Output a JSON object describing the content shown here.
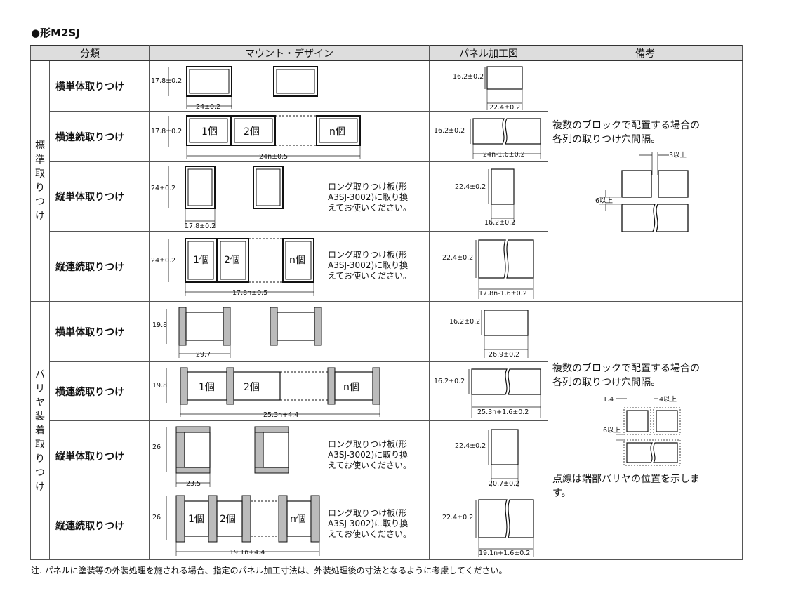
{
  "title": "●形M2SJ",
  "headers": [
    "分類",
    "マウント・デザイン",
    "パネル加工図",
    "備考"
  ],
  "groups": [
    {
      "label": "標準取りつけ"
    },
    {
      "label": "バリヤ装着取りつけ"
    }
  ],
  "rows": [
    {
      "cls": "横単体取りつけ",
      "dims": [
        "17.8±0.2",
        "24±0.2"
      ],
      "panel": [
        "16.2±0.2",
        "22.4±0.2"
      ]
    },
    {
      "cls": "横連続取りつけ",
      "dims": [
        "17.8±0.2",
        "24n±0.5"
      ],
      "blocks": [
        "1個",
        "2個",
        "n個"
      ],
      "panel": [
        "16.2±0.2",
        "24n-1.6±0.2"
      ]
    },
    {
      "cls": "縦単体取りつけ",
      "dims": [
        "24±0.2",
        "17.8±0.2"
      ],
      "panel": [
        "22.4±0.2",
        "16.2±0.2"
      ]
    },
    {
      "cls": "縦連続取りつけ",
      "dims": [
        "24±0.2",
        "17.8n±0.5"
      ],
      "blocks": [
        "1個",
        "2個",
        "n個"
      ],
      "panel": [
        "22.4±0.2",
        "17.8n-1.6±0.2"
      ]
    },
    {
      "cls": "横単体取りつけ",
      "dims": [
        "19.8",
        "29.7"
      ],
      "panel": [
        "16.2±0.2",
        "26.9±0.2"
      ]
    },
    {
      "cls": "横連続取りつけ",
      "dims": [
        "19.8",
        "25.3n+4.4"
      ],
      "blocks": [
        "1個",
        "2個",
        "n個"
      ],
      "panel": [
        "16.2±0.2",
        "25.3n+1.6±0.2"
      ]
    },
    {
      "cls": "縦単体取りつけ",
      "dims": [
        "26",
        "23.5"
      ],
      "panel": [
        "22.4±0.2",
        "20.7±0.2"
      ]
    },
    {
      "cls": "縦連続取りつけ",
      "dims": [
        "26",
        "19.1n+4.4"
      ],
      "blocks": [
        "1個",
        "2個",
        "n個"
      ],
      "panel": [
        "22.4±0.2",
        "19.1n+1.6±0.2"
      ]
    }
  ],
  "long_plate_note": "ロング取りつけ板(形A3SJ-3002)に取り換えてお使いください。",
  "long_plate_lines": [
    "ロング取りつけ板(形",
    "A3SJ-3002)に取り換",
    "えてお使いください。"
  ],
  "notes": {
    "standard": {
      "lines": [
        "複数のブロックで配置する場合の",
        "各列の取りつけ穴間隔。"
      ],
      "gap_h": "3以上",
      "gap_v": "6以上"
    },
    "barrier": {
      "lines": [
        "複数のブロックで配置する場合の",
        "各列の取りつけ穴間隔。"
      ],
      "gap_left": "1.4",
      "gap_h": "4以上",
      "gap_v": "6以上",
      "dotted_lines": [
        "点線は端部バリヤの位置を示しま",
        "す。"
      ]
    }
  },
  "footnote": "注. パネルに塗装等の外装処理を施される場合、指定のパネル加工寸法は、外装処理後の寸法となるように考慮してください。"
}
